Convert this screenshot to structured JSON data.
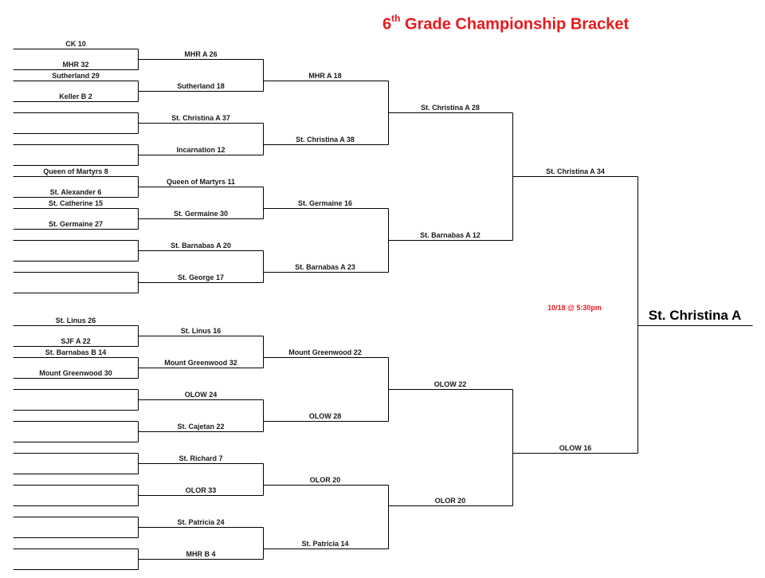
{
  "title": {
    "ordinal": "6",
    "suffix": "th",
    "text": "Grade Championship Bracket"
  },
  "championship": {
    "date": "10/18 @ 5:30pm",
    "champion": "St. Christina  A"
  },
  "rounds": {
    "round1": [
      "CK  10",
      "MHR 32",
      "Sutherland 29",
      "Keller B  2",
      "",
      "",
      "",
      "",
      "Queen of Martyrs 8",
      "St. Alexander  6",
      "St. Catherine  15",
      "St. Germaine  27",
      "",
      "",
      "",
      "",
      "St. Linus  26",
      "SJF A  22",
      "St. Barnabas B  14",
      "Mount Greenwood 30",
      "",
      "",
      "",
      "",
      "",
      "",
      "",
      ""
    ],
    "round2": [
      "MHR A  26",
      "Sutherland  18",
      "St. Christina A  37",
      "Incarnation  12",
      "Queen of Martyrs  11",
      "St. Germaine  30",
      "St. Barnabas A 20",
      "St. George  17",
      "St. Linus  16",
      "Mount Greenwood  32",
      "OLOW  24",
      "St. Cajetan  22",
      "St. Richard  7",
      "OLOR  33",
      "St. Patricia  24",
      "MHR B  4"
    ],
    "round3": [
      "MHR A      18",
      "St. Christina A   38",
      "St. Germaine      16",
      "St. Barnabas A      23",
      "Mount Greenwood      22",
      "OLOW      28",
      "OLOR  20",
      "St. Patricia  14"
    ],
    "round4": [
      "St. Christina A  28",
      "St. Barnabas A  12",
      "OLOW  22",
      "OLOR  20"
    ],
    "round5": [
      "St. Christina A  34",
      "OLOW  16"
    ]
  }
}
